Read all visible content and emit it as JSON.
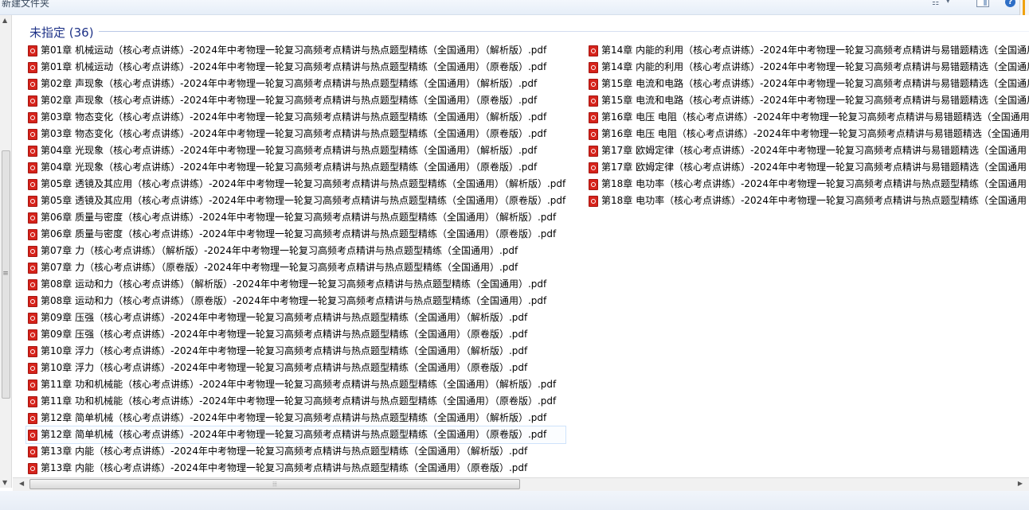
{
  "toolbar": {
    "folder_title": "新建文件夹",
    "icons": [
      "view-options-icon",
      "preview-pane-icon",
      "help-icon"
    ],
    "help_glyph": "?"
  },
  "group": {
    "title": "未指定 (36)"
  },
  "files_col1": [
    "第01章 机械运动（核心考点讲练）-2024年中考物理一轮复习高频考点精讲与热点题型精练（全国通用）（解析版）.pdf",
    "第01章 机械运动（核心考点讲练）-2024年中考物理一轮复习高频考点精讲与热点题型精练（全国通用）（原卷版）.pdf",
    "第02章 声现象（核心考点讲练）-2024年中考物理一轮复习高频考点精讲与热点题型精练（全国通用）（解析版）.pdf",
    "第02章 声现象（核心考点讲练）-2024年中考物理一轮复习高频考点精讲与热点题型精练（全国通用）（原卷版）.pdf",
    "第03章 物态变化（核心考点讲练）-2024年中考物理一轮复习高频考点精讲与热点题型精练（全国通用）（解析版）.pdf",
    "第03章 物态变化（核心考点讲练）-2024年中考物理一轮复习高频考点精讲与热点题型精练（全国通用）（原卷版）.pdf",
    "第04章 光现象（核心考点讲练）-2024年中考物理一轮复习高频考点精讲与热点题型精练（全国通用）（解析版）.pdf",
    "第04章 光现象（核心考点讲练）-2024年中考物理一轮复习高频考点精讲与热点题型精练（全国通用）（原卷版）.pdf",
    "第05章 透镜及其应用（核心考点讲练）-2024年中考物理一轮复习高频考点精讲与热点题型精练（全国通用）（解析版）.pdf",
    "第05章 透镜及其应用（核心考点讲练）-2024年中考物理一轮复习高频考点精讲与热点题型精练（全国通用）（原卷版）.pdf",
    "第06章 质量与密度（核心考点讲练）-2024年中考物理一轮复习高频考点精讲与热点题型精练（全国通用）（解析版）.pdf",
    "第06章 质量与密度（核心考点讲练）-2024年中考物理一轮复习高频考点精讲与热点题型精练（全国通用）（原卷版）.pdf",
    "第07章 力（核心考点讲练）（解析版）-2024年中考物理一轮复习高频考点精讲与热点题型精练（全国通用）.pdf",
    "第07章 力（核心考点讲练）（原卷版）-2024年中考物理一轮复习高频考点精讲与热点题型精练（全国通用）.pdf",
    "第08章 运动和力（核心考点讲练）（解析版）-2024年中考物理一轮复习高频考点精讲与热点题型精练（全国通用）.pdf",
    "第08章 运动和力（核心考点讲练）（原卷版）-2024年中考物理一轮复习高频考点精讲与热点题型精练（全国通用）.pdf",
    "第09章 压强（核心考点讲练）-2024年中考物理一轮复习高频考点精讲与热点题型精练（全国通用）（解析版）.pdf",
    "第09章 压强（核心考点讲练）-2024年中考物理一轮复习高频考点精讲与热点题型精练（全国通用）（原卷版）.pdf",
    "第10章 浮力（核心考点讲练）-2024年中考物理一轮复习高频考点精讲与热点题型精练（全国通用）（解析版）.pdf",
    "第10章 浮力（核心考点讲练）-2024年中考物理一轮复习高频考点精讲与热点题型精练（全国通用）（原卷版）.pdf",
    "第11章 功和机械能（核心考点讲练）-2024年中考物理一轮复习高频考点精讲与热点题型精练（全国通用）（解析版）.pdf",
    "第11章 功和机械能（核心考点讲练）-2024年中考物理一轮复习高频考点精讲与热点题型精练（全国通用）（原卷版）.pdf",
    "第12章 简单机械（核心考点讲练）-2024年中考物理一轮复习高频考点精讲与热点题型精练（全国通用）（解析版）.pdf",
    "第12章 简单机械（核心考点讲练）-2024年中考物理一轮复习高频考点精讲与热点题型精练（全国通用）（原卷版）.pdf",
    "第13章 内能（核心考点讲练）-2024年中考物理一轮复习高频考点精讲与热点题型精练（全国通用）（解析版）.pdf",
    "第13章 内能（核心考点讲练）-2024年中考物理一轮复习高频考点精讲与热点题型精练（全国通用）（原卷版）.pdf"
  ],
  "files_col2": [
    "第14章 内能的利用（核心考点讲练）-2024年中考物理一轮复习高频考点精讲与易错题精选（全国通用",
    "第14章 内能的利用（核心考点讲练）-2024年中考物理一轮复习高频考点精讲与易错题精选（全国通用",
    "第15章 电流和电路（核心考点讲练）-2024年中考物理一轮复习高频考点精讲与易错题精选（全国通用",
    "第15章 电流和电路（核心考点讲练）-2024年中考物理一轮复习高频考点精讲与易错题精选（全国通用",
    "第16章 电压 电阻（核心考点讲练）-2024年中考物理一轮复习高频考点精讲与易错题精选（全国通用",
    "第16章 电压 电阻（核心考点讲练）-2024年中考物理一轮复习高频考点精讲与易错题精选（全国通用",
    "第17章 欧姆定律（核心考点讲练）-2024年中考物理一轮复习高频考点精讲与易错题精选（全国通用",
    "第17章 欧姆定律（核心考点讲练）-2024年中考物理一轮复习高频考点精讲与易错题精选（全国通用",
    "第18章 电功率（核心考点讲练）-2024年中考物理一轮复习高频考点精讲与热点题型精练（全国通用",
    "第18章 电功率（核心考点讲练）-2024年中考物理一轮复习高频考点精讲与热点题型精练（全国通用"
  ],
  "selected_index_col1": 23,
  "colors": {
    "group_title": "#1e3287",
    "pdf_icon": "#d6231b",
    "selection_outline": "#cfe3fb"
  }
}
